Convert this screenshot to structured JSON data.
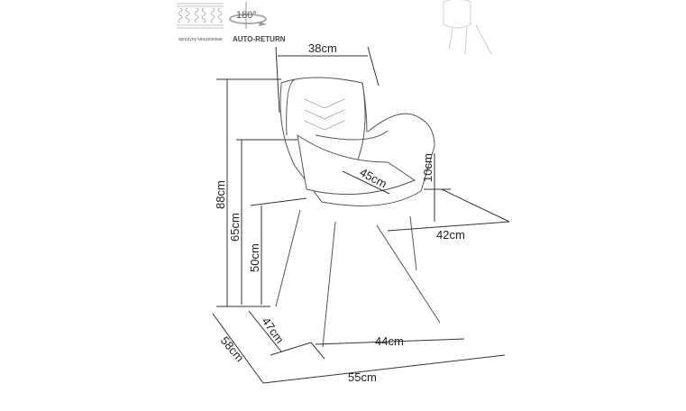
{
  "features": {
    "springs_label": "sprężyny kieszeniowe",
    "rotation_degrees": "180°",
    "rotation_label": "AUTO-RETURN"
  },
  "dimensions": {
    "backrest_width": "38cm",
    "total_height": "88cm",
    "armrest_height": "65cm",
    "seat_height": "50cm",
    "seat_depth": "45cm",
    "armrest_over_seat": "10cm",
    "armrest_depth": "42cm",
    "seat_width": "47cm",
    "total_depth": "58cm",
    "leg_span": "44cm",
    "total_width": "55cm"
  }
}
